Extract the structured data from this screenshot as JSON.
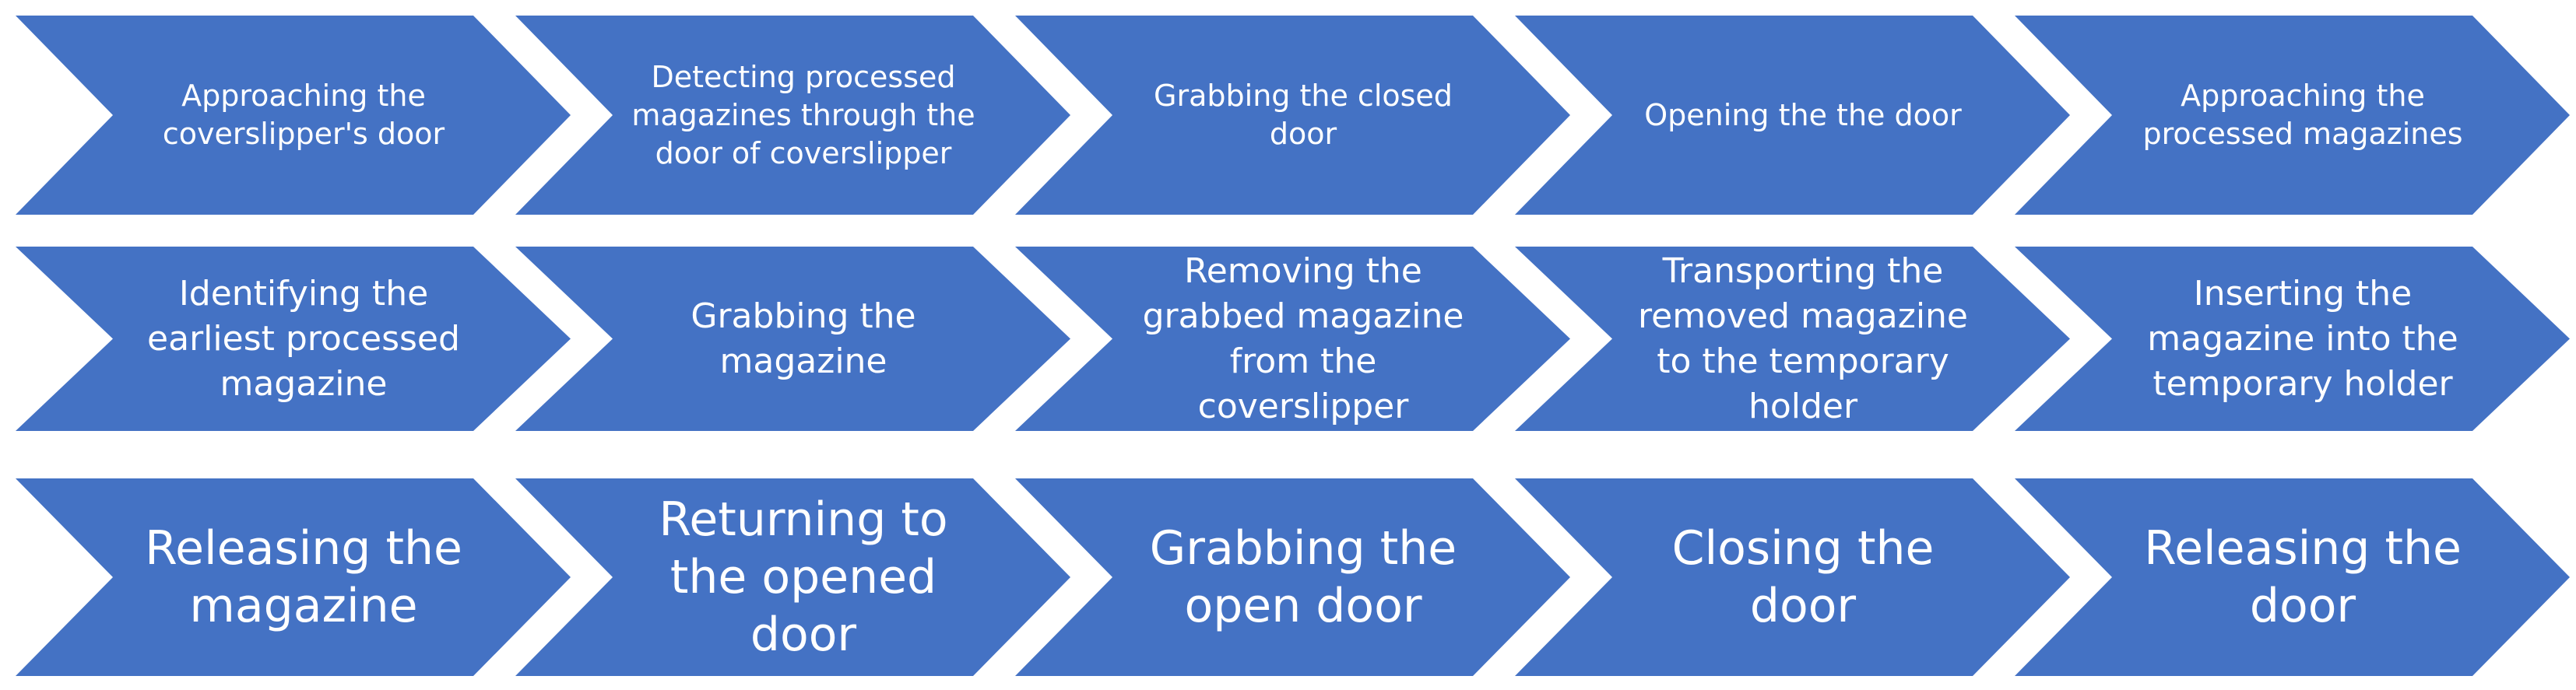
{
  "diagram": {
    "fill_color": "#4472C4",
    "text_color": "#FFFFFF",
    "rows": [
      {
        "steps": [
          {
            "label": "Approaching the\ncoverslipper's door"
          },
          {
            "label": "Detecting processed\nmagazines through the\ndoor of coverslipper"
          },
          {
            "label": "Grabbing the closed\ndoor"
          },
          {
            "label": "Opening the the door"
          },
          {
            "label": "Approaching the\nprocessed magazines"
          }
        ]
      },
      {
        "steps": [
          {
            "label": "Identifying the\nearliest processed\nmagazine"
          },
          {
            "label": "Grabbing the\nmagazine"
          },
          {
            "label": "Removing the\ngrabbed magazine\nfrom the\ncoverslipper"
          },
          {
            "label": "Transporting the\nremoved magazine\nto the temporary\nholder"
          },
          {
            "label": "Inserting the\nmagazine into the\ntemporary holder"
          }
        ]
      },
      {
        "steps": [
          {
            "label": "Releasing the\nmagazine"
          },
          {
            "label": "Returning to\nthe opened\ndoor"
          },
          {
            "label": "Grabbing the\nopen door"
          },
          {
            "label": "Closing the\ndoor"
          },
          {
            "label": "Releasing the\ndoor"
          }
        ]
      }
    ]
  }
}
